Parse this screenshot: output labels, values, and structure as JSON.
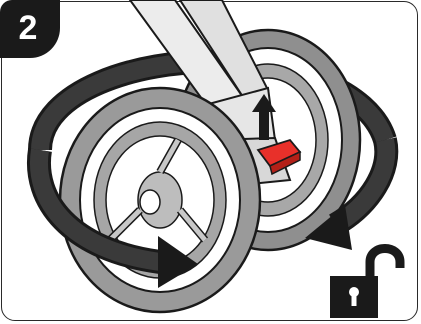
{
  "step": {
    "number": "2"
  },
  "illustration": {
    "icons": [
      "rotate-arrow-icon",
      "up-arrow-icon",
      "unlocked-padlock-icon",
      "red-lever",
      "wheel"
    ],
    "colors": {
      "outline": "#1a1a1a",
      "tire": "#9a9a9a",
      "tire_dark": "#6e6e6e",
      "frame": "#e6e6e6",
      "lever": "#e8302a",
      "arrow": "#1a1a1a"
    }
  }
}
